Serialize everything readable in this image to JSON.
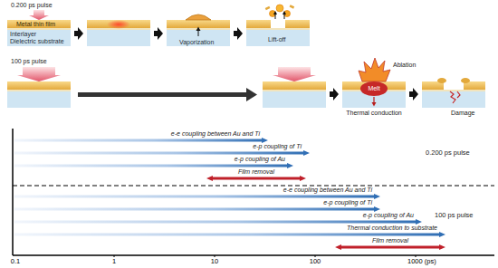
{
  "diagram": {
    "labels": [
      "0.200 ps pulse",
      "Metal thin film",
      "Interlayer",
      "Dielectric substrate",
      "Vaporization",
      "Lift-off",
      "100 ps pulse",
      "Ablation",
      "Melt",
      "Thermal conduction",
      "Damage",
      "e-e coupling between Au and Ti",
      "e-p coupling of Ti",
      "e-p coupling of Au",
      "Film removal",
      "0.200 ps pulse",
      "e-e coupling between Au and Ti",
      "e-p coupling of Ti",
      "e-p coupling of Au",
      "100 ps pulse",
      "Thermal conduction to substrate",
      "Film removal",
      "0.1",
      "1",
      "10",
      "100",
      "1000 (ps)"
    ]
  }
}
